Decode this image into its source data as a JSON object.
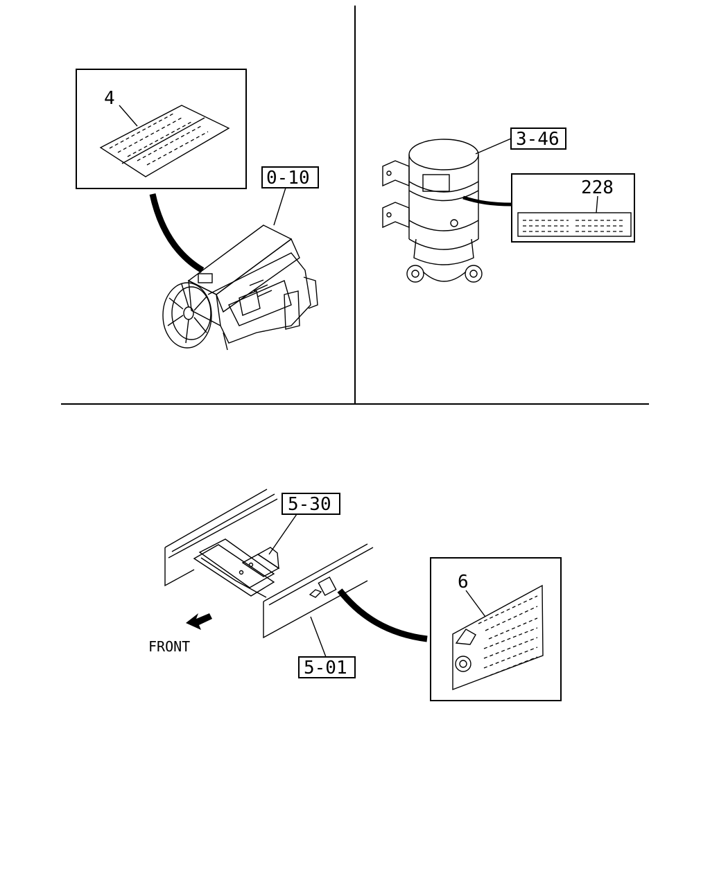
{
  "callouts": {
    "engine_ref": "0-10",
    "engine_label": "4",
    "cylinder_ref": "3-46",
    "cylinder_label": "228",
    "frame_ref_top": "5-30",
    "frame_ref_bottom": "5-01",
    "frame_label": "6",
    "front": "FRONT"
  },
  "icons": {
    "arrow": "front-arrow-icon",
    "engine": "engine-illustration",
    "cylinder": "cylinder-illustration",
    "frame": "frame-rail-illustration"
  }
}
